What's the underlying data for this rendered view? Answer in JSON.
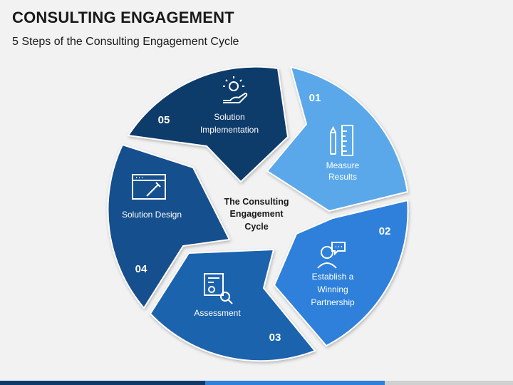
{
  "header": {
    "title": "CONSULTING ENGAGEMENT",
    "subtitle": "5 Steps of the Consulting Engagement Cycle"
  },
  "center": {
    "line1": "The Consulting",
    "line2": "Engagement",
    "line3": "Cycle"
  },
  "steps": [
    {
      "number": "01",
      "label_lines": [
        "Measure",
        "Results"
      ],
      "icon": "ruler-pencil-icon",
      "color": "#3a8fd9"
    },
    {
      "number": "02",
      "label_lines": [
        "Establish a",
        "Winning",
        "Partnership"
      ],
      "icon": "person-chat-icon",
      "color": "#2a7bd6"
    },
    {
      "number": "03",
      "label_lines": [
        "Assessment"
      ],
      "icon": "report-magnifier-icon",
      "color": "#1d5fa8"
    },
    {
      "number": "04",
      "label_lines": [
        "Solution Design"
      ],
      "icon": "design-window-icon",
      "color": "#164d8a"
    },
    {
      "number": "05",
      "label_lines": [
        "Solution",
        "Implementation"
      ],
      "icon": "idea-hand-icon",
      "color": "#0f3b6d"
    }
  ],
  "colors": {
    "step1": "#3a8fd9",
    "step2": "#2a7bd6",
    "step3": "#1d5fa8",
    "step4": "#164d8a",
    "step5": "#0f3b6d",
    "background": "#f2f2f2"
  }
}
